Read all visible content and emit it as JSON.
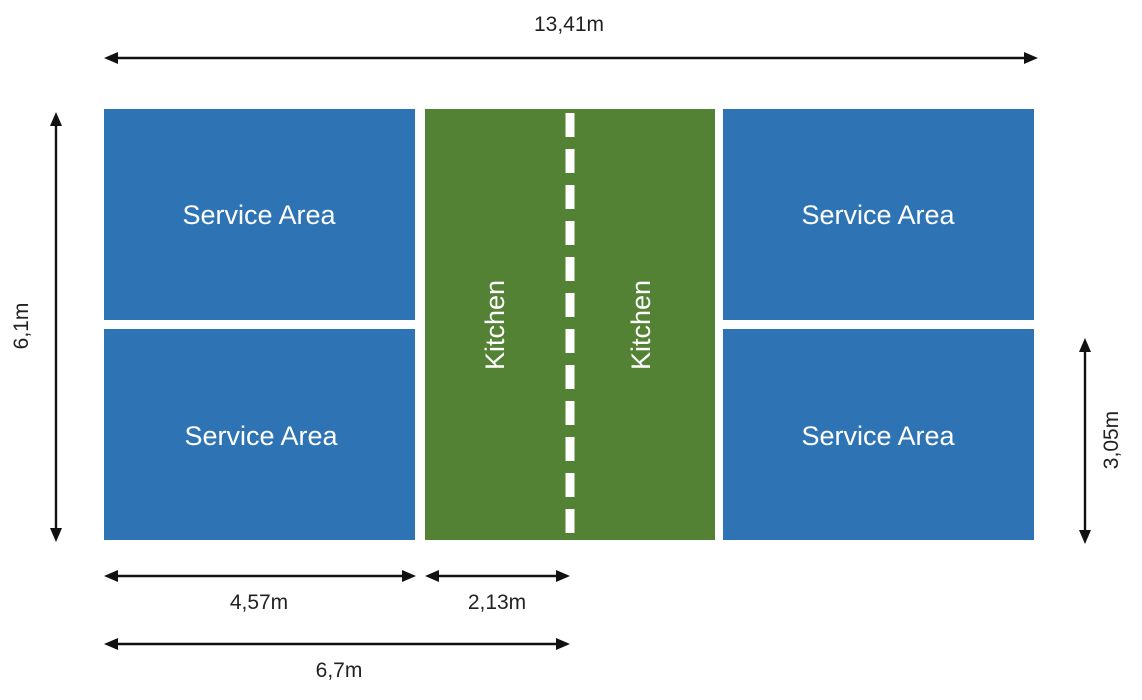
{
  "colors": {
    "service_area": "#2e74b5",
    "kitchen": "#548235",
    "centerline": "#ffffff",
    "label_text": "#ffffff",
    "dimension_text": "#222222"
  },
  "zones": {
    "service_top_left": "Service Area",
    "service_bottom_left": "Service Area",
    "kitchen_left": "Kitchen",
    "kitchen_right": "Kitchen",
    "service_top_right": "Service Area",
    "service_bottom_right": "Service Area"
  },
  "dimensions": {
    "total_length": "13,41m",
    "total_width": "6,1m",
    "half_width": "3,05m",
    "service_length": "4,57m",
    "kitchen_length": "2,13m",
    "half_length": "6,7m"
  }
}
